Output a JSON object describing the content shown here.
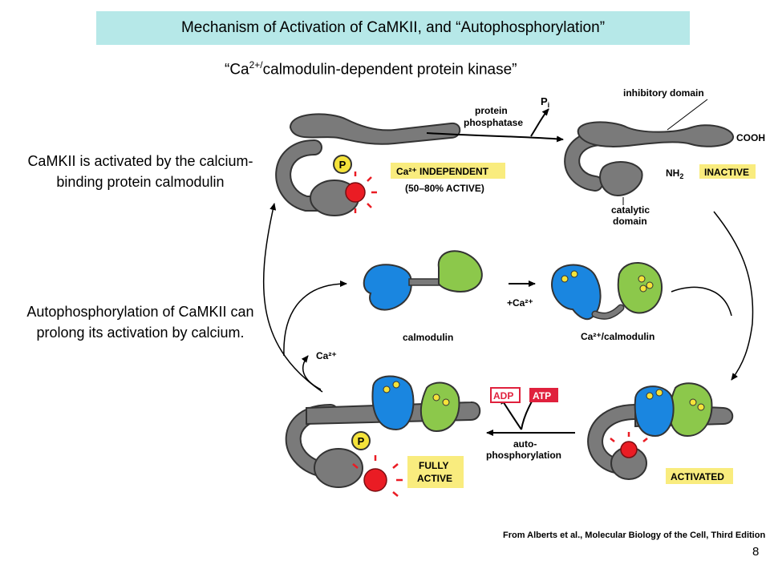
{
  "slide": {
    "title": "Mechanism of Activation of CaMKII, and “Autophosphorylation”",
    "subtitle_open": "“Ca",
    "subtitle_sup": "2+/",
    "subtitle_rest": "calmodulin-dependent protein kinase”",
    "text1": "CaMKII is activated by the calcium-binding protein calmodulin",
    "text2": "Autophosphorylation of CaMKII can prolong its activation by calcium.",
    "credit": "From Alberts et al., Molecular Biology of the Cell, Third Edition",
    "page_number": "8"
  },
  "figure": {
    "protein_phosphatase_1": "protein",
    "protein_phosphatase_2": "phosphatase",
    "pi": "P",
    "pi_sub": "i",
    "inhibitory_domain": "inhibitory domain",
    "cooh": "COOH",
    "nh2": "NH",
    "nh2_sub": "2",
    "catalytic_1": "catalytic",
    "catalytic_2": "domain",
    "p_label": "P",
    "ca_independent": "Ca²⁺  INDEPENDENT",
    "percent_active": "(50–80% ACTIVE)",
    "inactive": "INACTIVE",
    "plus_ca": "+Ca²⁺",
    "calmodulin": "calmodulin",
    "ca_calmodulin": "Ca²⁺/calmodulin",
    "ca_release": "Ca²⁺",
    "adp": "ADP",
    "atp": "ATP",
    "auto_1": "auto-",
    "auto_2": "phosphorylation",
    "fully_1": "FULLY",
    "fully_2": "ACTIVE",
    "activated": "ACTIVATED"
  },
  "colors": {
    "title_bg": "#b6e8e8",
    "label_bg": "#f9ec7e",
    "kinase_gray": "#7a7a7a",
    "calmodulin_blue": "#1a86e0",
    "calmodulin_green": "#8cc84b",
    "phosphate_yellow": "#f5e33a",
    "activity_red": "#ea1c24"
  }
}
